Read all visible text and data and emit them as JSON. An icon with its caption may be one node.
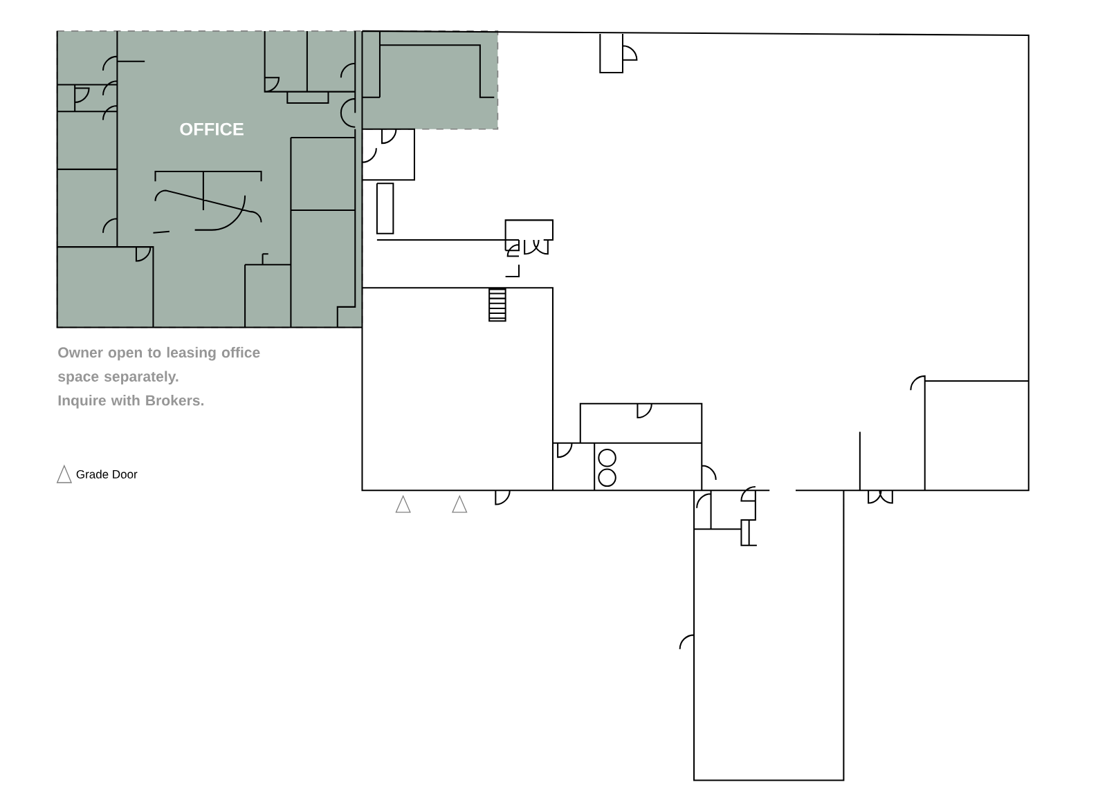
{
  "diagram": {
    "nodes": [
      {
        "text": [
          "OFFICE"
        ]
      }
    ],
    "labels": [
      "Owner open to leasing office space separately.",
      "Inquire with Brokers."
    ],
    "legend": [
      {
        "text": "Grade Door"
      }
    ]
  }
}
